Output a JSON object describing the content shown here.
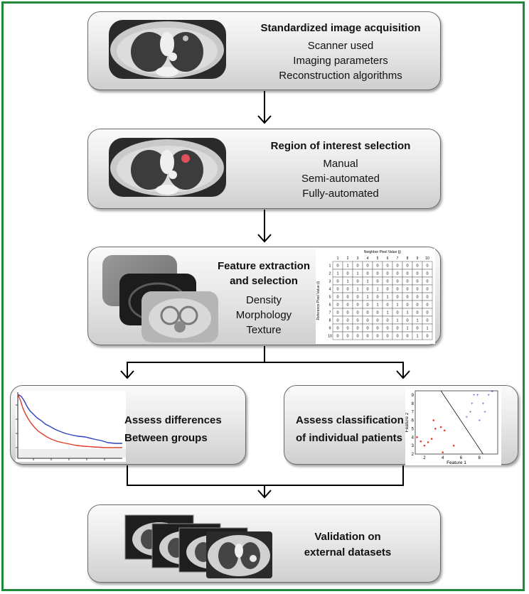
{
  "steps": [
    {
      "title": "Standardized image acquisition",
      "items": [
        "Scanner used",
        "Imaging parameters",
        "Reconstruction algorithms"
      ]
    },
    {
      "title": "Region of interest selection",
      "items": [
        "Manual",
        "Semi-automated",
        "Fully-automated"
      ]
    },
    {
      "title_lines": [
        "Feature extraction",
        "and selection"
      ],
      "items": [
        "Density",
        "Morphology",
        "Texture"
      ]
    },
    {
      "title_lines": [
        "Assess differences",
        "Between groups"
      ]
    },
    {
      "title_lines": [
        "Assess classification",
        "of individual patients"
      ]
    },
    {
      "title_lines": [
        "Validation on",
        "external datasets"
      ]
    }
  ],
  "glcm": {
    "col_header": "Neighbor Pixel Value (j)",
    "row_header": "Reference Pixel Value (i)",
    "labels": [
      "1",
      "2",
      "3",
      "4",
      "5",
      "6",
      "7",
      "8",
      "9",
      "10"
    ],
    "matrix": [
      [
        "0",
        "1",
        "0",
        "0",
        "0",
        "0",
        "0",
        "0",
        "0",
        "0"
      ],
      [
        "1",
        "0",
        "1",
        "0",
        "0",
        "0",
        "0",
        "0",
        "0",
        "0"
      ],
      [
        "0",
        "1",
        "0",
        "1",
        "0",
        "0",
        "0",
        "0",
        "0",
        "0"
      ],
      [
        "0",
        "0",
        "1",
        "0",
        "1",
        "0",
        "0",
        "0",
        "0",
        "0"
      ],
      [
        "0",
        "0",
        "0",
        "1",
        "0",
        "1",
        "0",
        "0",
        "0",
        "0"
      ],
      [
        "0",
        "0",
        "0",
        "0",
        "1",
        "0",
        "1",
        "0",
        "0",
        "0"
      ],
      [
        "0",
        "0",
        "0",
        "0",
        "0",
        "1",
        "0",
        "1",
        "0",
        "0"
      ],
      [
        "0",
        "0",
        "0",
        "0",
        "0",
        "0",
        "1",
        "0",
        "1",
        "0"
      ],
      [
        "0",
        "0",
        "0",
        "0",
        "0",
        "0",
        "0",
        "1",
        "0",
        "1"
      ],
      [
        "0",
        "0",
        "0",
        "0",
        "0",
        "0",
        "0",
        "0",
        "1",
        "0"
      ]
    ]
  },
  "scatter": {
    "xlabel": "Feature 1",
    "ylabel": "Feature 2",
    "xticks": [
      "2",
      "4",
      "6",
      "8"
    ],
    "yticks": [
      "2",
      "3",
      "4",
      "5",
      "6",
      "7",
      "8",
      "9"
    ],
    "red_points": [
      [
        1.2,
        4
      ],
      [
        1.6,
        3.5
      ],
      [
        2,
        3
      ],
      [
        2.4,
        3.4
      ],
      [
        2.8,
        3.8
      ],
      [
        3,
        6
      ],
      [
        3.2,
        5
      ],
      [
        3.8,
        5.2
      ],
      [
        4,
        2.2
      ],
      [
        5.2,
        3
      ],
      [
        4.2,
        4.8
      ]
    ],
    "blue_points": [
      [
        6.6,
        6.4
      ],
      [
        7,
        7
      ],
      [
        7.2,
        8
      ],
      [
        7.4,
        9
      ],
      [
        7.8,
        9
      ],
      [
        8,
        6
      ],
      [
        8.4,
        8
      ],
      [
        8.6,
        7
      ],
      [
        9,
        9
      ],
      [
        9.4,
        9.4
      ]
    ]
  },
  "colors": {
    "frame": "#1f8a3a",
    "roi": "#e0505a",
    "survival_blue": "#2f3fbf",
    "survival_red": "#e03b2a"
  }
}
